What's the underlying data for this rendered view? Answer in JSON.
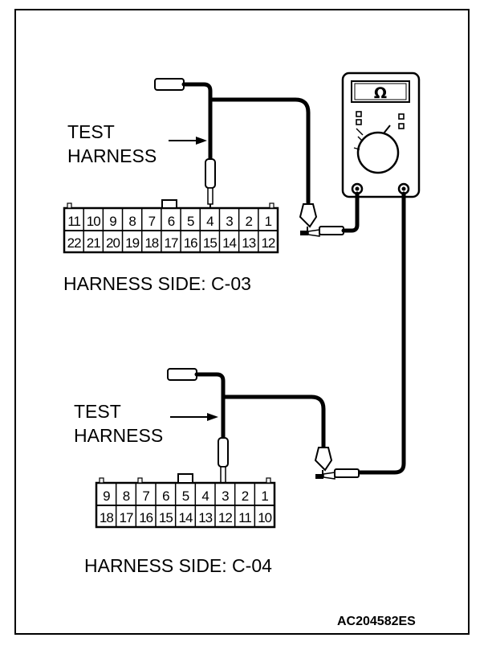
{
  "meter_symbol": "Ω",
  "test_harness_label": [
    "TEST",
    "HARNESS"
  ],
  "connector_c03": {
    "caption": "HARNESS SIDE: C-03",
    "top_row": [
      "11",
      "10",
      "9",
      "8",
      "7",
      "6",
      "5",
      "4",
      "3",
      "2",
      "1"
    ],
    "bottom_row": [
      "22",
      "21",
      "20",
      "19",
      "18",
      "17",
      "16",
      "15",
      "14",
      "13",
      "12"
    ]
  },
  "connector_c04": {
    "caption": "HARNESS SIDE: C-04",
    "top_row": [
      "9",
      "8",
      "7",
      "6",
      "5",
      "4",
      "3",
      "2",
      "1"
    ],
    "bottom_row": [
      "18",
      "17",
      "16",
      "15",
      "14",
      "13",
      "12",
      "11",
      "10"
    ]
  },
  "figure_code": "AC204582ES"
}
